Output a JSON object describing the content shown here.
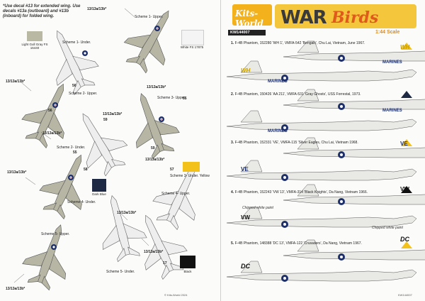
{
  "note": "*Use decal #13 for extended wing. Use decals #13a (outboard) and #13b (inboard) for folded wing.",
  "left_labels": [
    {
      "id": "scheme1-upper",
      "text": "Scheme 1- Upper."
    },
    {
      "id": "scheme1-under",
      "text": "Scheme 1- Under."
    },
    {
      "id": "scheme2-upper",
      "text": "Scheme 2- Upper."
    },
    {
      "id": "scheme2-under",
      "text": "Scheme 2- Under."
    },
    {
      "id": "scheme3-upper",
      "text": "Scheme 3- Upper."
    },
    {
      "id": "scheme3-under",
      "text": "Scheme 3- Under. Yellow"
    },
    {
      "id": "scheme4-upper",
      "text": "Scheme 4- Upper."
    },
    {
      "id": "scheme4-under",
      "text": "Scheme 4- Under."
    },
    {
      "id": "scheme5-upper",
      "text": "Scheme 5- Upper."
    },
    {
      "id": "scheme5-under",
      "text": "Scheme 5- Under."
    }
  ],
  "decal_refs": {
    "r13": "13/13a/13b*",
    "n55": "55",
    "n56": "56",
    "n57": "57",
    "n58": "58",
    "n59": "59",
    "n17": "17"
  },
  "swatches": [
    {
      "id": "light-gull-gray",
      "label": "Light Gull Gray FS 16440",
      "color": "#b9b8a3"
    },
    {
      "id": "white",
      "label": "White FS 17875",
      "color": "#f4f4f4"
    },
    {
      "id": "dark-blue",
      "label": "Dark Blue",
      "color": "#1e2a44"
    },
    {
      "id": "yellow",
      "label": "Yellow",
      "color": "#f2c21a"
    },
    {
      "id": "black",
      "label": "Black",
      "color": "#111111"
    }
  ],
  "brand": {
    "kitsworld": "Kits-World",
    "war": "WAR",
    "birds": "Birds",
    "code": "KW144007",
    "scale": "1:44 Scale"
  },
  "captions": [
    {
      "n": "1.",
      "text": "F-4B Phantom, 152280 'WH 1', VMFA-542 'Bengals', Chu Lai, Vietnam, June 1967."
    },
    {
      "n": "2.",
      "text": "F-4B Phantom, 150426 'AA 211', VMFA-531 'Gray Ghosts', USS Forrestal, 1973."
    },
    {
      "n": "3.",
      "text": "F-4B Phantom, 152331 'VE', VMFA-115 'Silver Eagles, Chu Lai, Vietnam 1968."
    },
    {
      "n": "4.",
      "text": "F-4B Phantom, 152243 'VW 13', VMFA-314 'Black Knights', Da Nang, Vietnam 1966."
    },
    {
      "n": "5.",
      "text": "F-4B Phantom, 148388 'DC 13', VMFA-122 'Crusaders', Da Nang, Vietnam 1967."
    }
  ],
  "chipped_notes": [
    "Chipped white paint",
    "Chipped white paint"
  ],
  "side_codes": {
    "wh": "WH",
    "vw": "VW",
    "dc": "DC",
    "ve": "VE",
    "marines": "MARINES"
  },
  "footer_left": "© Kits-World 2024",
  "footer_right": "KW144007"
}
